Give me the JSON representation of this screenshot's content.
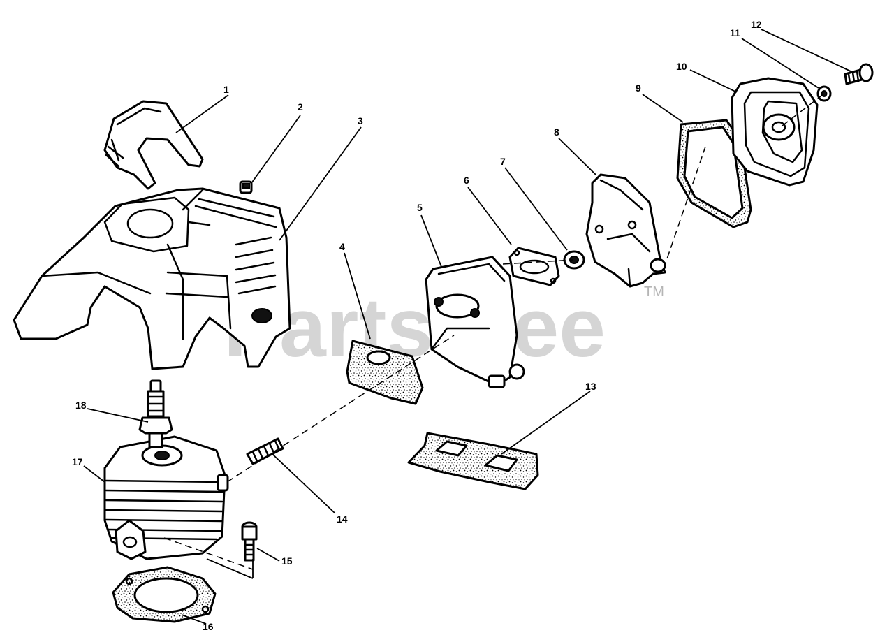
{
  "watermark": {
    "brand": "PartsTree",
    "trademark": "TM",
    "color": "#c8c8c8"
  },
  "callouts": [
    "1",
    "2",
    "3",
    "4",
    "5",
    "6",
    "7",
    "8",
    "9",
    "10",
    "11",
    "12",
    "13",
    "14",
    "15",
    "16",
    "17",
    "18"
  ]
}
